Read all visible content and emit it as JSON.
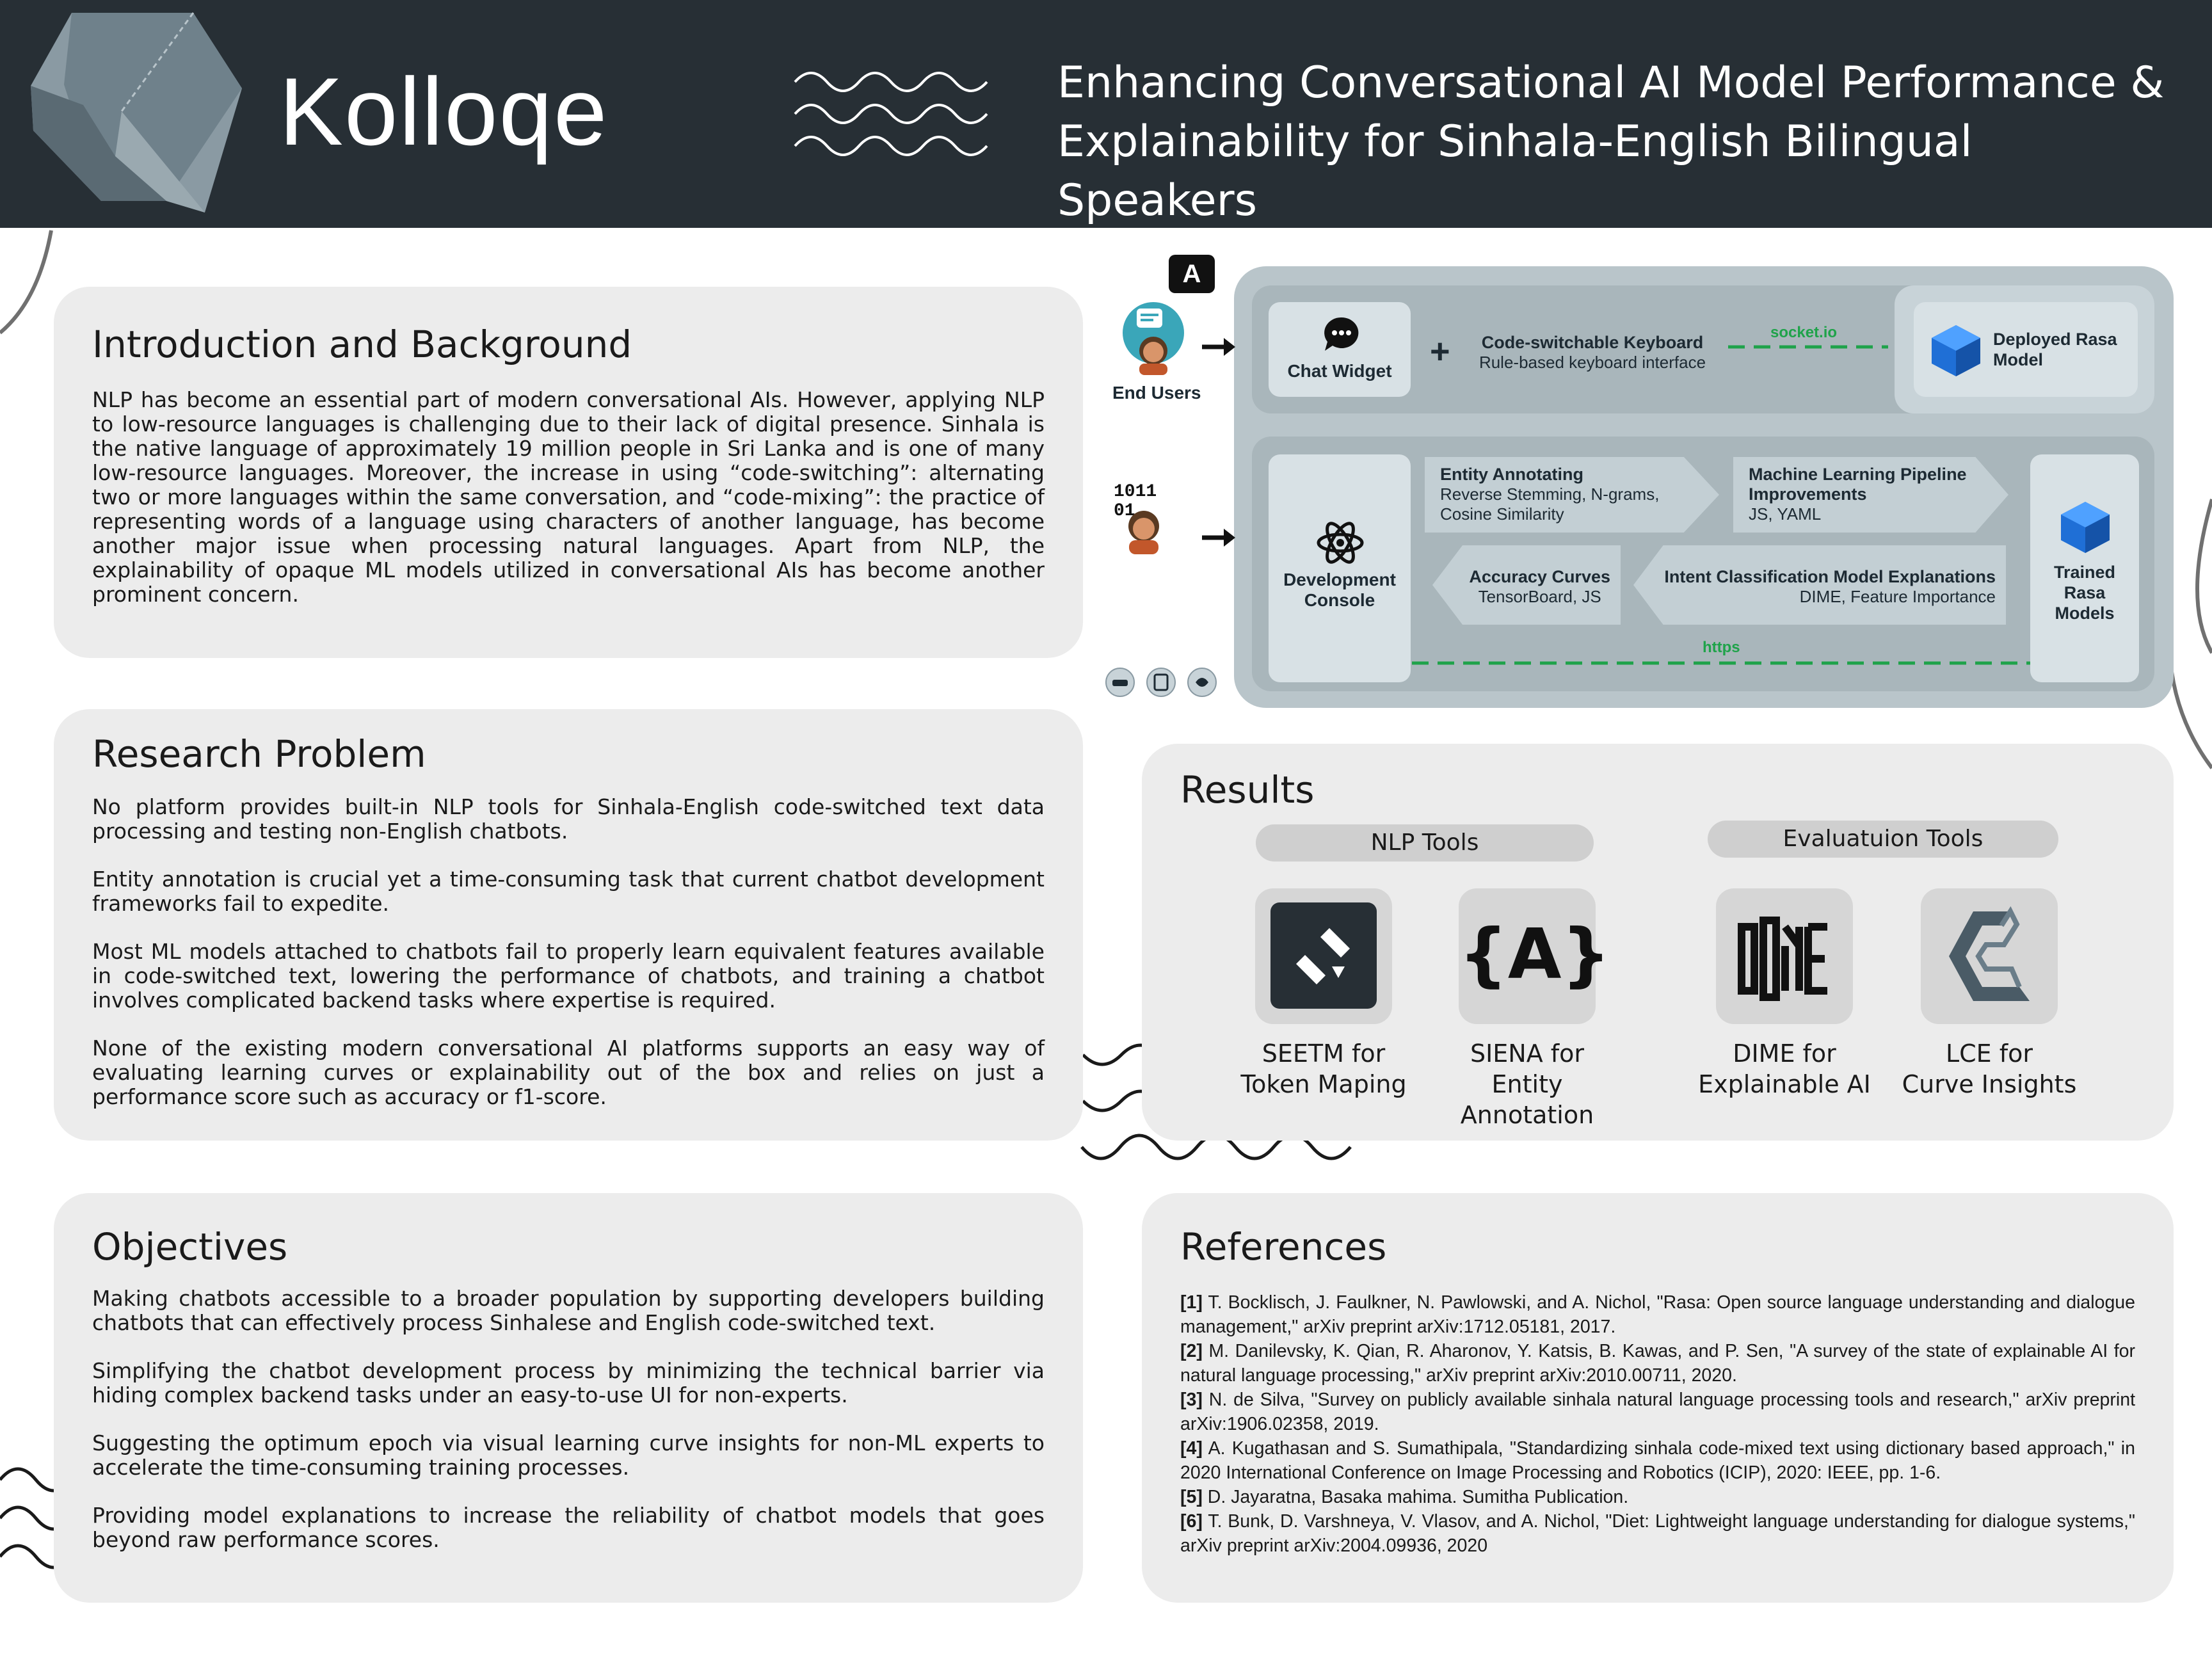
{
  "brand": "Kolloqe",
  "title": {
    "line1": "Enhancing Conversational AI Model Performance &",
    "line2": "Explainability for Sinhala-English Bilingual Speakers"
  },
  "introduction": {
    "heading": "Introduction and Background",
    "text": "NLP has become an essential part of modern conversational AIs. However, applying NLP to low-resource languages is challenging due to their lack of digital presence. Sinhala is the native language of approximately 19 million people in Sri Lanka and is one of many low-resource languages. Moreover, the increase in using “code-switching”: alternating two or more languages within the same conversation, and “code-mixing”: the practice of representing words of a language using characters of another language, has become another major issue when processing natural languages. Apart from NLP, the explainability of opaque ML models utilized in conversational AIs has become another prominent concern."
  },
  "research_problem": {
    "heading": "Research Problem",
    "paragraphs": [
      "No platform provides built-in NLP tools for Sinhala-English code-switched text data processing and testing non-English chatbots.",
      "Entity annotation is crucial yet a time-consuming task that current chatbot development frameworks fail to expedite.",
      "Most ML models attached to chatbots fail to properly learn equivalent features available in code-switched text, lowering the performance of chatbots, and training a chatbot involves complicated backend tasks where expertise is required.",
      "None of the existing modern conversational AI platforms supports an easy way of evaluating learning curves or explainability out of the box and relies on just a performance score such as accuracy or f1-score."
    ]
  },
  "objectives": {
    "heading": "Objectives",
    "paragraphs": [
      "Making chatbots accessible to a broader population by supporting developers building chatbots that can effectively process Sinhalese and English code-switched text.",
      "Simplifying the chatbot development process by minimizing the technical barrier via hiding complex backend tasks under an easy-to-use UI for non-experts.",
      "Suggesting the optimum epoch via visual learning curve insights for non-ML experts to accelerate the time-consuming training processes.",
      "Providing model explanations to increase the reliability of chatbot models that goes beyond raw performance scores."
    ]
  },
  "diagram": {
    "end_users": "End Users",
    "chat_widget": "Chat Widget",
    "plus": "+",
    "keyboard_title": "Code-switchable Keyboard",
    "keyboard_sub": "Rule-based keyboard interface",
    "socketio": "socket.io",
    "deployed_line1": "Deployed Rasa",
    "deployed_line2": "Model",
    "dev_line1": "Development",
    "dev_line2": "Console",
    "binary": "1011 01",
    "entity_title": "Entity Annotating",
    "entity_sub1": "Reverse Stemming, N-grams,",
    "entity_sub2": "Cosine Similarity",
    "ml_title1": "Machine Learning Pipeline",
    "ml_title2": "Improvements",
    "ml_sub": "JS, YAML",
    "acc_title": "Accuracy Curves",
    "acc_sub": "TensorBoard, JS",
    "intent_title": "Intent Classification Model Explanations",
    "intent_sub": "DIME, Feature Importance",
    "trained_line1": "Trained",
    "trained_line2": "Rasa",
    "trained_line3": "Models",
    "https": "https",
    "translate_badge": "A"
  },
  "results": {
    "heading": "Results",
    "nlp_pill": "NLP Tools",
    "eval_pill": "Evaluatuion Tools",
    "tools": [
      {
        "line1": "SEETM for",
        "line2": "Token Maping"
      },
      {
        "line1": "SIENA for",
        "line2": "Entity Annotation"
      },
      {
        "line1": "DIME for",
        "line2": "Explainable AI"
      },
      {
        "line1": "LCE for",
        "line2": "Curve Insights"
      }
    ],
    "siena_logo": "{A}"
  },
  "references": {
    "heading": "References",
    "items": [
      {
        "num": "[1]",
        "text": "T. Bocklisch, J. Faulkner, N. Pawlowski, and A. Nichol, \"Rasa: Open source language understanding and dialogue management,\" arXiv preprint arXiv:1712.05181, 2017."
      },
      {
        "num": "[2]",
        "text": "M. Danilevsky, K. Qian, R. Aharonov, Y. Katsis, B. Kawas, and P. Sen, \"A survey of the state of explainable AI for natural language processing,\" arXiv preprint arXiv:2010.00711, 2020."
      },
      {
        "num": "[3]",
        "text": "N. de Silva, \"Survey on publicly available sinhala natural language processing tools and research,\" arXiv preprint arXiv:1906.02358, 2019."
      },
      {
        "num": "[4]",
        "text": "A. Kugathasan and S. Sumathipala, \"Standardizing sinhala code-mixed text using dictionary based approach,\" in 2020 International Conference on Image Processing and Robotics (ICIP), 2020: IEEE, pp. 1-6."
      },
      {
        "num": "[5]",
        "text": "D. Jayaratna, Basaka mahima. Sumitha Publication."
      },
      {
        "num": "[6]",
        "text": "T. Bunk, D. Varshneya, V. Vlasov, and A. Nichol, \"Diet: Lightweight language understanding for dialogue systems,\" arXiv preprint arXiv:2004.09936, 2020"
      }
    ]
  },
  "colors": {
    "header_bg": "#272f35",
    "panel_bg": "#ececec",
    "diagram_bg": "#b9c5ca",
    "link_green": "#1fa34a",
    "rasa_blue": "#1f6fd6"
  }
}
